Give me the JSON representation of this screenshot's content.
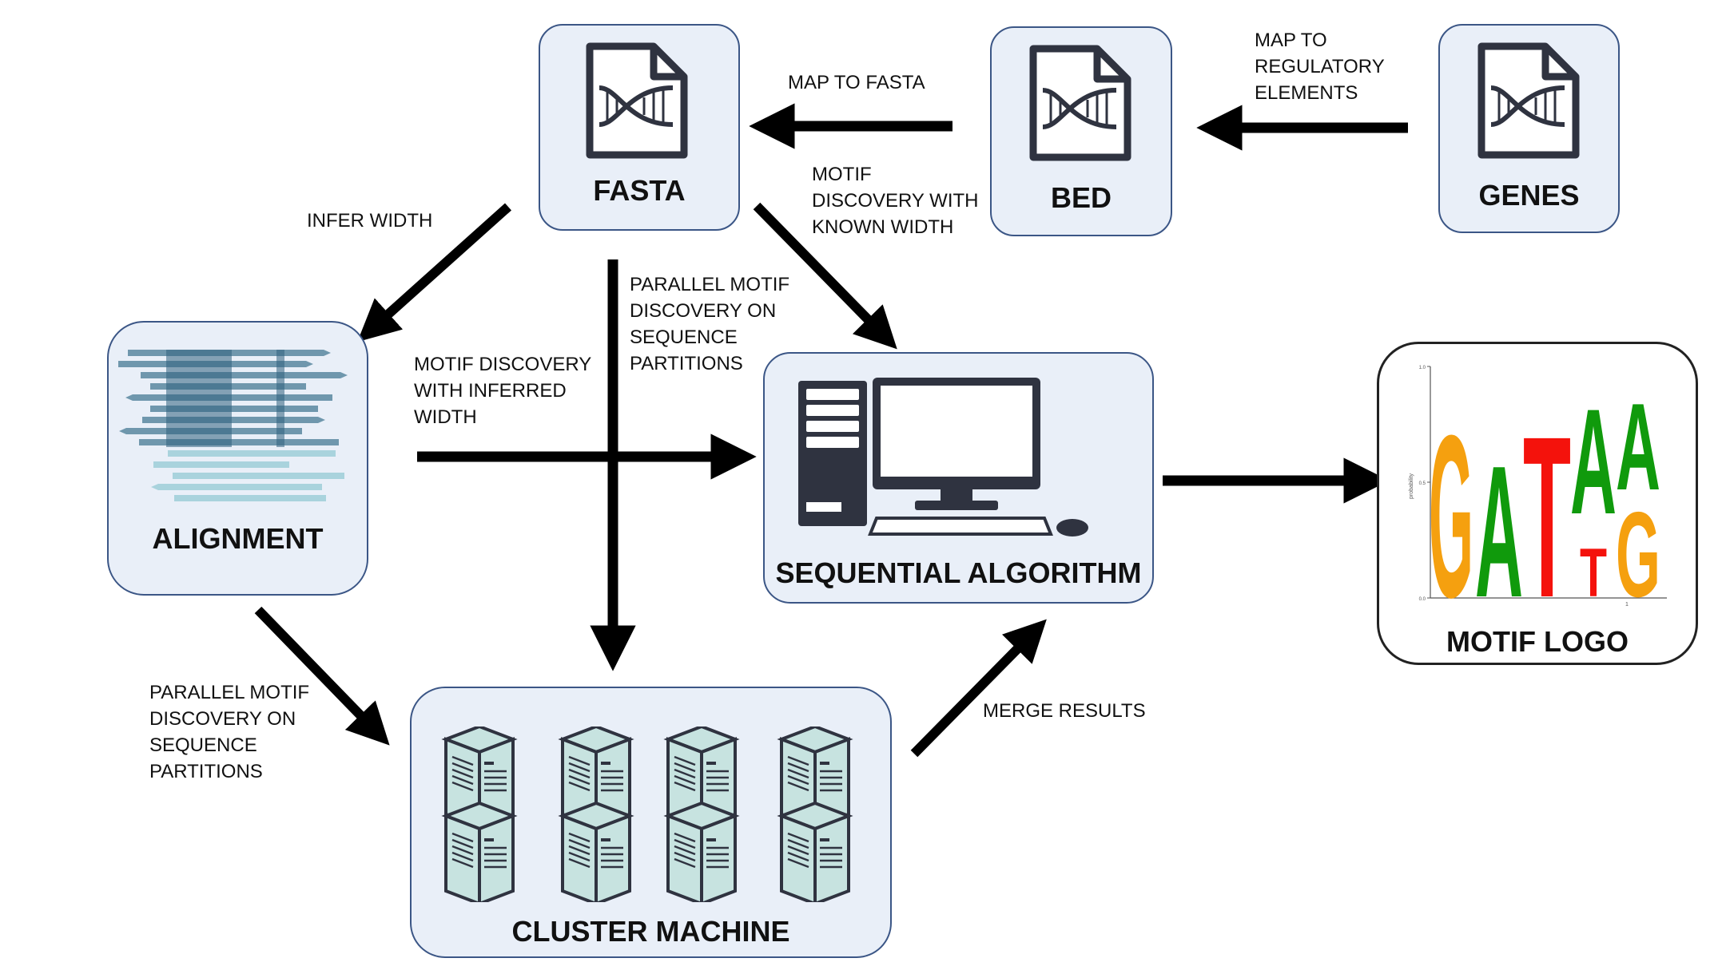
{
  "nodes": {
    "fasta": {
      "title": "FASTA",
      "icon": "dna-file-icon"
    },
    "bed": {
      "title": "BED",
      "icon": "dna-file-icon"
    },
    "genes": {
      "title": "GENES",
      "icon": "dna-file-icon"
    },
    "alignment": {
      "title": "ALIGNMENT",
      "icon": "alignment-icon"
    },
    "sequential": {
      "title": "SEQUENTIAL ALGORITHM",
      "icon": "desktop-computer-icon"
    },
    "cluster": {
      "title": "CLUSTER MACHINE",
      "icon": "server-rack-icon"
    },
    "logo": {
      "title": "MOTIF LOGO",
      "icon": "sequence-logo-icon",
      "letters": [
        "G",
        "A",
        "T",
        "A",
        "A",
        "T",
        "G"
      ],
      "ylabel": "probability",
      "yticks": [
        "1.0",
        "0.5",
        "0.0"
      ],
      "xtick": "1"
    }
  },
  "edges": {
    "genes_to_bed": {
      "label": "MAP TO\nREGULATORY\nELEMENTS"
    },
    "bed_to_fasta": {
      "label": "MAP TO FASTA"
    },
    "fasta_to_alignment": {
      "label": "INFER WIDTH"
    },
    "fasta_to_sequential": {
      "label": "MOTIF\nDISCOVERY WITH\nKNOWN WIDTH"
    },
    "fasta_to_cluster": {
      "label": "PARALLEL MOTIF\nDISCOVERY ON\nSEQUENCE\nPARTITIONS"
    },
    "alignment_to_sequential": {
      "label": "MOTIF DISCOVERY\nWITH INFERRED\nWIDTH"
    },
    "alignment_to_cluster": {
      "label": "PARALLEL MOTIF\nDISCOVERY ON\nSEQUENCE\nPARTITIONS"
    },
    "cluster_to_sequential": {
      "label": "MERGE RESULTS"
    },
    "sequential_to_logo": {
      "label": ""
    }
  },
  "colors": {
    "box_fill": "#e9eff8",
    "box_border": "#3b5686",
    "icon_dark": "#2f3340",
    "server_fill": "#c7e3e0",
    "logo_orange": "#f5a00f",
    "logo_green": "#109a0c",
    "logo_red": "#f4120c",
    "align_dark": "#3d6e8a",
    "align_mid": "#6f97ad",
    "align_light": "#a9d3dd"
  }
}
